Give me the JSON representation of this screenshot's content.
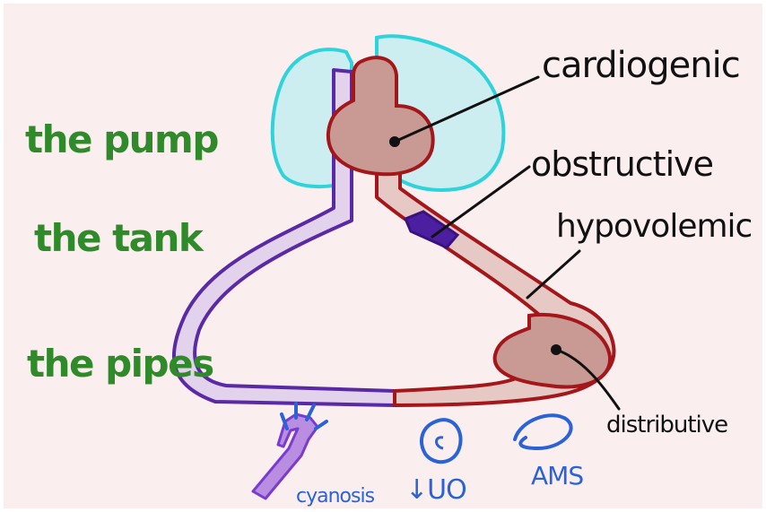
{
  "left_labels": {
    "pump": "the pump",
    "tank": "the tank",
    "pipes": "the pipes"
  },
  "shock_types": {
    "cardiogenic": "cardiogenic",
    "obstructive": "obstructive",
    "hypovolemic": "hypovolemic",
    "distributive": "distributive"
  },
  "signs": {
    "cyanosis": "cyanosis",
    "urine_output": "↓UO",
    "ams": "AMS"
  },
  "colors": {
    "background": "#fbeeee",
    "lungs_outline": "#2fd3dc",
    "lungs_fill": "#cdeef0",
    "arterial": "#a3161a",
    "arterial_fill": "#c89a93",
    "venous": "#5a2aa6",
    "venous_fill": "#e2d2ec",
    "green_text": "#2f8a2a",
    "blue_text": "#2a63d8"
  }
}
